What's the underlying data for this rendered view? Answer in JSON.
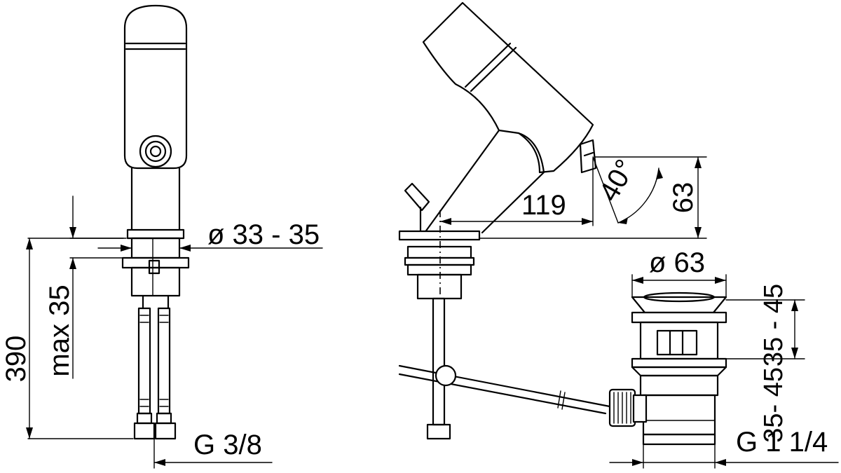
{
  "labels": {
    "bore_diameter": "ø 33 - 35",
    "height_total": "390",
    "max_thickness": "max 35",
    "thread_supply": "G 3/8",
    "reach": "119",
    "lever_angle": "40°",
    "lever_height": "63",
    "waste_diameter": "ø 63",
    "waste_range_a": "35 - 45",
    "waste_range_b": "35- 45",
    "thread_waste": "G 1 1/4"
  }
}
